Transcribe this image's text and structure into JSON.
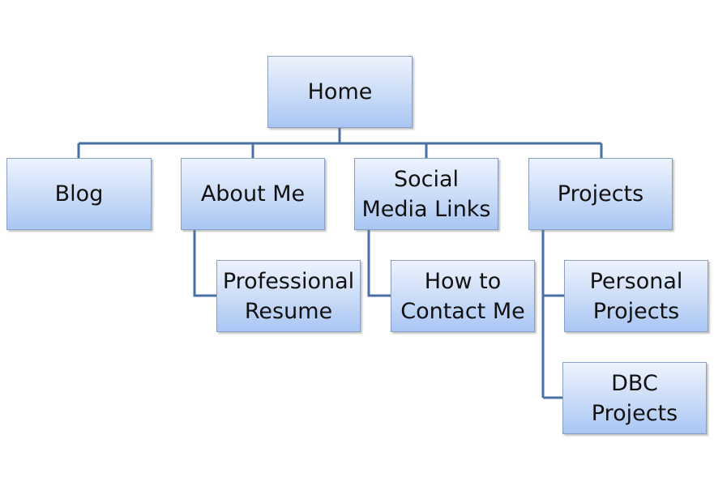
{
  "nodes": {
    "home": "Home",
    "blog": "Blog",
    "about": "About Me",
    "social": "Social\nMedia Links",
    "projects": "Projects",
    "resume": "Professional\nResume",
    "contact": "How to\nContact Me",
    "personal": "Personal\nProjects",
    "dbc": "DBC\nProjects"
  },
  "colors": {
    "connector": "#4a6fa5",
    "node_border": "#8aa0c2",
    "node_fill_top": "#edf3fd",
    "node_fill_bottom": "#a9c6f4"
  },
  "edges": [
    [
      "home",
      "blog"
    ],
    [
      "home",
      "about"
    ],
    [
      "home",
      "social"
    ],
    [
      "home",
      "projects"
    ],
    [
      "about",
      "resume"
    ],
    [
      "social",
      "contact"
    ],
    [
      "projects",
      "personal"
    ],
    [
      "projects",
      "dbc"
    ]
  ]
}
